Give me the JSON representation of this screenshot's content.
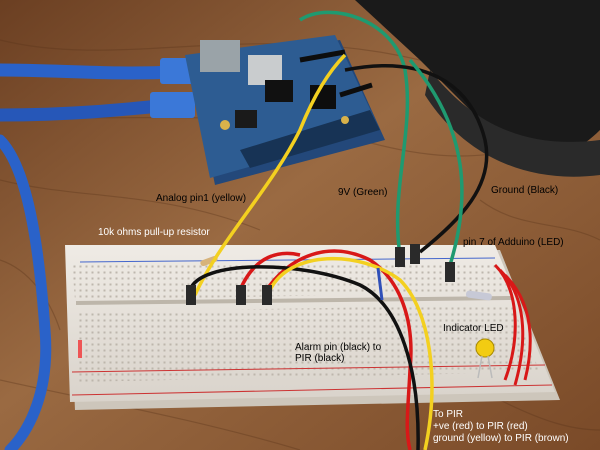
{
  "labels": {
    "analog_pin": "Analog pin1 (yellow)",
    "pullup_resistor": "10k ohms pull-up resistor",
    "nine_volt": "9V (Green)",
    "ground": "Ground (Black)",
    "pin7": "pin 7 of Adduino (LED)",
    "indicator_led": "Indicator LED",
    "alarm_line1": "Alarm pin (black) to",
    "alarm_line2": "PIR (black)",
    "pir_line1": "To PIR",
    "pir_line2": "+ve (red) to PIR (red)",
    "pir_line3": "ground (yellow) to PIR (brown)"
  },
  "colors": {
    "table_wood": "#8a5a34",
    "breadboard": "#e8e3dc",
    "board_blue": "#2d5c92",
    "wire_yellow": "#f3d020",
    "wire_red": "#d81818",
    "wire_black": "#111111",
    "wire_green": "#1f9a70",
    "usb_cable": "#2a62c9"
  }
}
